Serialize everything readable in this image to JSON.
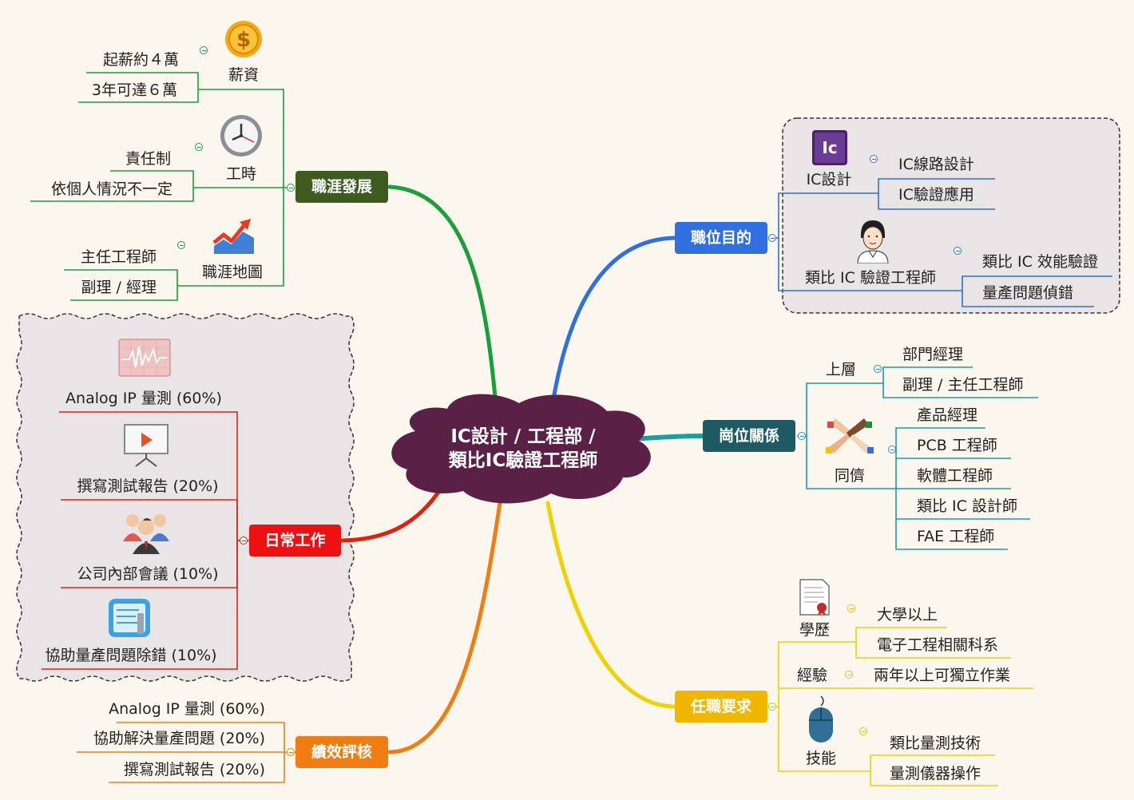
{
  "center": {
    "line1": "IC設計 / 工程部 /",
    "line2": "類比IC驗證工程師"
  },
  "colors": {
    "center": "#5b2046",
    "career": "#3e5a1e",
    "career_line": "#1a9f3a",
    "purpose": "#2f6fe0",
    "relations": "#1d5a63",
    "relations_line": "#1a9f9f",
    "daily": "#ee1111",
    "daily_line": "#dd2211",
    "evaluation": "#f07d12",
    "requirements": "#f1b700",
    "requirements_line": "#f1d000"
  },
  "career": {
    "label": "職涯發展",
    "salary": {
      "label": "薪資",
      "icon": "dollar-coin-icon",
      "items": [
        "起薪約４萬",
        "3年可達６萬"
      ]
    },
    "hours": {
      "label": "工時",
      "icon": "clock-icon",
      "items": [
        "責任制",
        "依個人情況不一定"
      ]
    },
    "map": {
      "label": "職涯地圖",
      "icon": "growth-chart-icon",
      "items": [
        "主任工程師",
        "副理 / 經理"
      ]
    }
  },
  "daily": {
    "label": "日常工作",
    "items": [
      {
        "label": "Analog IP 量測 (60%)",
        "icon": "waveform-icon"
      },
      {
        "label": "撰寫測試報告 (20%)",
        "icon": "presentation-icon"
      },
      {
        "label": "公司內部會議 (10%)",
        "icon": "meeting-people-icon"
      },
      {
        "label": "協助量產問題除錯 (10%)",
        "icon": "settings-tools-icon"
      }
    ]
  },
  "evaluation": {
    "label": "績效評核",
    "items": [
      "Analog IP 量測 (60%)",
      "協助解決量產問題 (20%)",
      "撰寫測試報告 (20%)"
    ]
  },
  "purpose": {
    "label": "職位目的",
    "ic_design": {
      "label": "IC設計",
      "icon": "ic-app-icon",
      "icon_text": "Ic",
      "items": [
        "IC線路設計",
        "IC驗證應用"
      ]
    },
    "analog": {
      "label": "類比 IC 驗證工程師",
      "icon": "engineer-avatar-icon",
      "items": [
        "類比 IC 效能驗證",
        "量產問題偵錯"
      ]
    }
  },
  "relations": {
    "label": "崗位關係",
    "upper": {
      "label": "上層",
      "items": [
        "部門經理",
        "副理 / 主任工程師"
      ]
    },
    "peers": {
      "label": "同儕",
      "icon": "handshake-hands-icon",
      "items": [
        "產品經理",
        "PCB 工程師",
        "軟體工程師",
        "類比 IC 設計師",
        "FAE 工程師"
      ]
    }
  },
  "requirements": {
    "label": "任職要求",
    "education": {
      "label": "學歷",
      "icon": "certificate-icon",
      "items": [
        "大學以上",
        "電子工程相關科系"
      ]
    },
    "experience": {
      "label": "經驗",
      "items": [
        "兩年以上可獨立作業"
      ]
    },
    "skills": {
      "label": "技能",
      "icon": "mouse-icon",
      "items": [
        "類比量測技術",
        "量測儀器操作"
      ]
    }
  }
}
